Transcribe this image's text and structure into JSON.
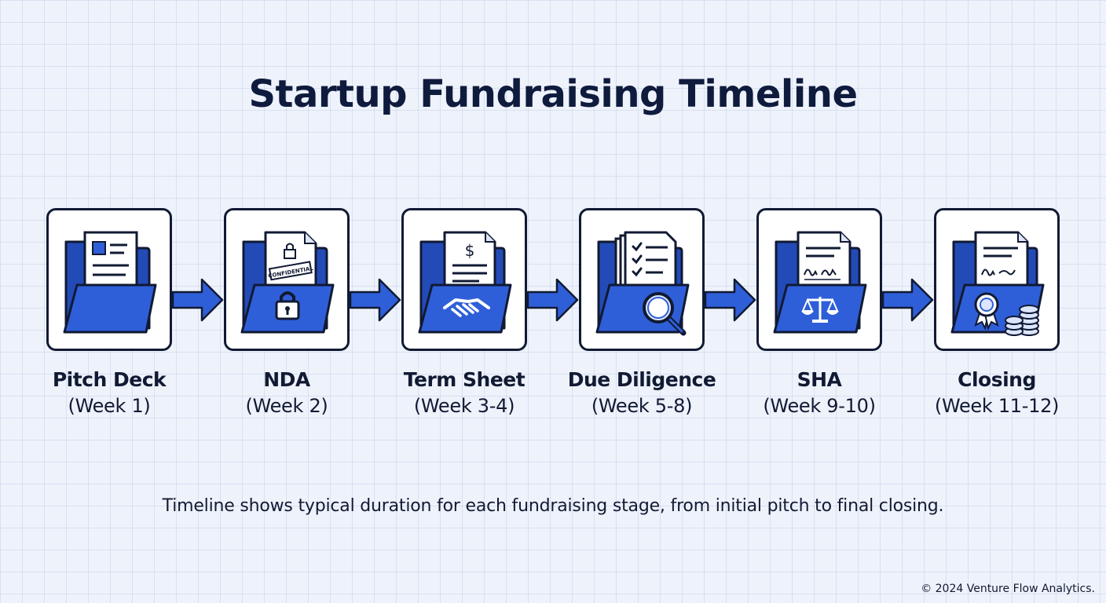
{
  "title": "Startup Fundraising Timeline",
  "colors": {
    "accent": "#2f5fd8",
    "accent_dark": "#234bb8",
    "outline": "#111a33",
    "card": "#ffffff",
    "background": "#eef2fb"
  },
  "stages": [
    {
      "name": "Pitch Deck",
      "duration": "(Week 1)",
      "icon": "folder-pitch-deck-icon"
    },
    {
      "name": "NDA",
      "duration": "(Week 2)",
      "icon": "folder-lock-confidential-icon",
      "stamp_text": "CONFIDENTIAL"
    },
    {
      "name": "Term Sheet",
      "duration": "(Week 3-4)",
      "icon": "folder-handshake-dollar-icon"
    },
    {
      "name": "Due Diligence",
      "duration": "(Week 5-8)",
      "icon": "folder-magnifier-checklist-icon"
    },
    {
      "name": "SHA",
      "duration": "(Week 9-10)",
      "icon": "folder-scales-signature-icon"
    },
    {
      "name": "Closing",
      "duration": "(Week 11-12)",
      "icon": "folder-award-coins-icon"
    }
  ],
  "caption": "Timeline shows typical duration for each fundraising stage, from initial pitch to final closing.",
  "copyright": "© 2024 Venture Flow Analytics."
}
